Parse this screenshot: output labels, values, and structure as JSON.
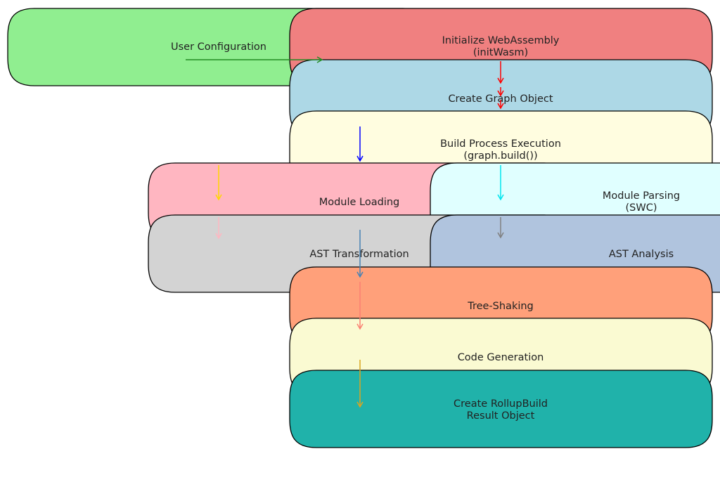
{
  "diagram": {
    "title": "",
    "nodes": [
      {
        "id": "user-config",
        "lines": [
          "User Configuration"
        ],
        "color": "#90EE90"
      },
      {
        "id": "init-wasm",
        "lines": [
          "Initialize WebAssembly",
          "(initWasm)"
        ],
        "color": "#F08080"
      },
      {
        "id": "create-graph",
        "lines": [
          "Create Graph Object"
        ],
        "color": "#ADD8E6"
      },
      {
        "id": "build-process",
        "lines": [
          "Build Process Execution",
          "(graph.build())"
        ],
        "color": "#FFFDE0"
      },
      {
        "id": "module-loading",
        "lines": [
          "Module Loading"
        ],
        "color": "#FFB6C1"
      },
      {
        "id": "module-parsing",
        "lines": [
          "Module Parsing",
          "(SWC)"
        ],
        "color": "#E0FFFF"
      },
      {
        "id": "ast-transformation",
        "lines": [
          "AST Transformation"
        ],
        "color": "#D3D3D3"
      },
      {
        "id": "ast-analysis",
        "lines": [
          "AST Analysis"
        ],
        "color": "#B0C4DE"
      },
      {
        "id": "tree-shaking",
        "lines": [
          "Tree-Shaking"
        ],
        "color": "#FFA07A"
      },
      {
        "id": "code-generation",
        "lines": [
          "Code Generation"
        ],
        "color": "#FAFAD2"
      },
      {
        "id": "create-result",
        "lines": [
          "Create RollupBuild",
          "Result Object"
        ],
        "color": "#20B2AA"
      }
    ],
    "edges": [
      {
        "from": "user-config",
        "to": "init-wasm",
        "color": "#228B22"
      },
      {
        "from": "init-wasm",
        "to": "create-graph",
        "color": "#FF0000"
      },
      {
        "from": "create-graph",
        "to": "build-process",
        "color": "#FF0000"
      },
      {
        "from": "create-graph",
        "to": "build-process",
        "color": "#FF0000"
      },
      {
        "from": "build-process",
        "to": "module-loading",
        "color": "#0000FF"
      },
      {
        "from": "module-loading",
        "to": "ast-transformation",
        "color": "#FFD700"
      },
      {
        "from": "module-parsing",
        "to": "ast-analysis",
        "color": "#00E5EE"
      },
      {
        "from": "ast-transformation",
        "to": "tree-shaking",
        "color": "#FFB6C1"
      },
      {
        "from": "ast-analysis",
        "to": "tree-shaking",
        "color": "#808080"
      },
      {
        "from": "ast-transformation",
        "to": "tree-shaking",
        "color": "#4682B4"
      },
      {
        "from": "tree-shaking",
        "to": "code-generation",
        "color": "#FA8072"
      },
      {
        "from": "code-generation",
        "to": "create-result",
        "color": "#DAA520"
      }
    ]
  }
}
